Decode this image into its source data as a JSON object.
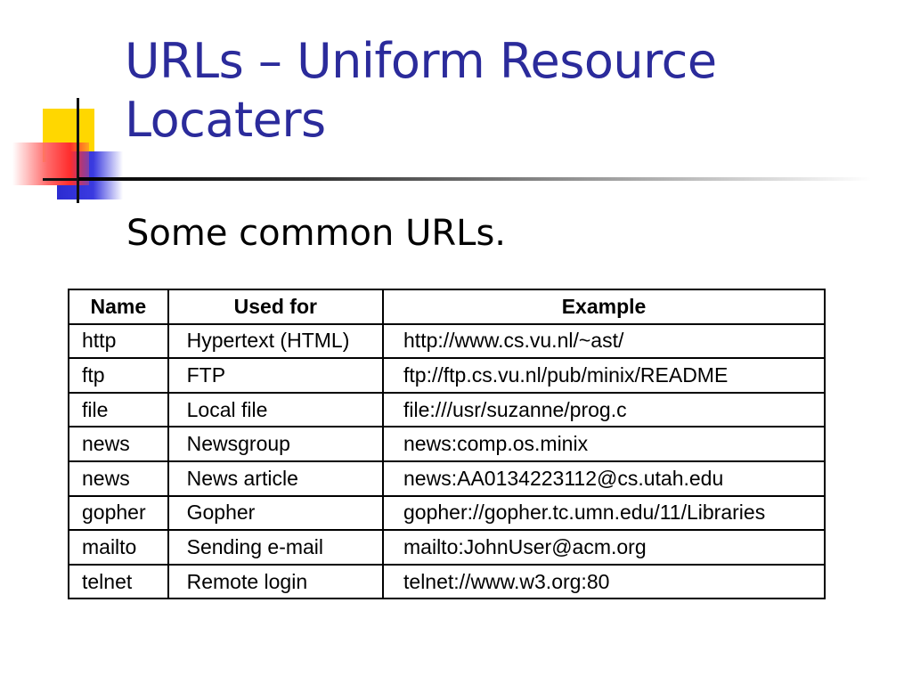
{
  "slide": {
    "title": "URLs – Uniform Resource Locaters",
    "subtitle": "Some common URLs."
  },
  "table": {
    "headers": {
      "name": "Name",
      "used_for": "Used for",
      "example": "Example"
    },
    "rows": [
      {
        "name": "http",
        "used_for": "Hypertext (HTML)",
        "example": "http://www.cs.vu.nl/~ast/"
      },
      {
        "name": "ftp",
        "used_for": "FTP",
        "example": "ftp://ftp.cs.vu.nl/pub/minix/README"
      },
      {
        "name": "file",
        "used_for": "Local file",
        "example": "file:///usr/suzanne/prog.c"
      },
      {
        "name": "news",
        "used_for": "Newsgroup",
        "example": "news:comp.os.minix"
      },
      {
        "name": "news",
        "used_for": "News article",
        "example": "news:AA0134223112@cs.utah.edu"
      },
      {
        "name": "gopher",
        "used_for": "Gopher",
        "example": "gopher://gopher.tc.umn.edu/11/Libraries"
      },
      {
        "name": "mailto",
        "used_for": "Sending e-mail",
        "example": "mailto:JohnUser@acm.org"
      },
      {
        "name": "telnet",
        "used_for": "Remote login",
        "example": "telnet://www.w3.org:80"
      }
    ]
  },
  "colors": {
    "title": "#2b2b9b",
    "accent_yellow": "#ffd700",
    "accent_blue": "#2b2bd1",
    "accent_red": "#ff2d2d"
  }
}
